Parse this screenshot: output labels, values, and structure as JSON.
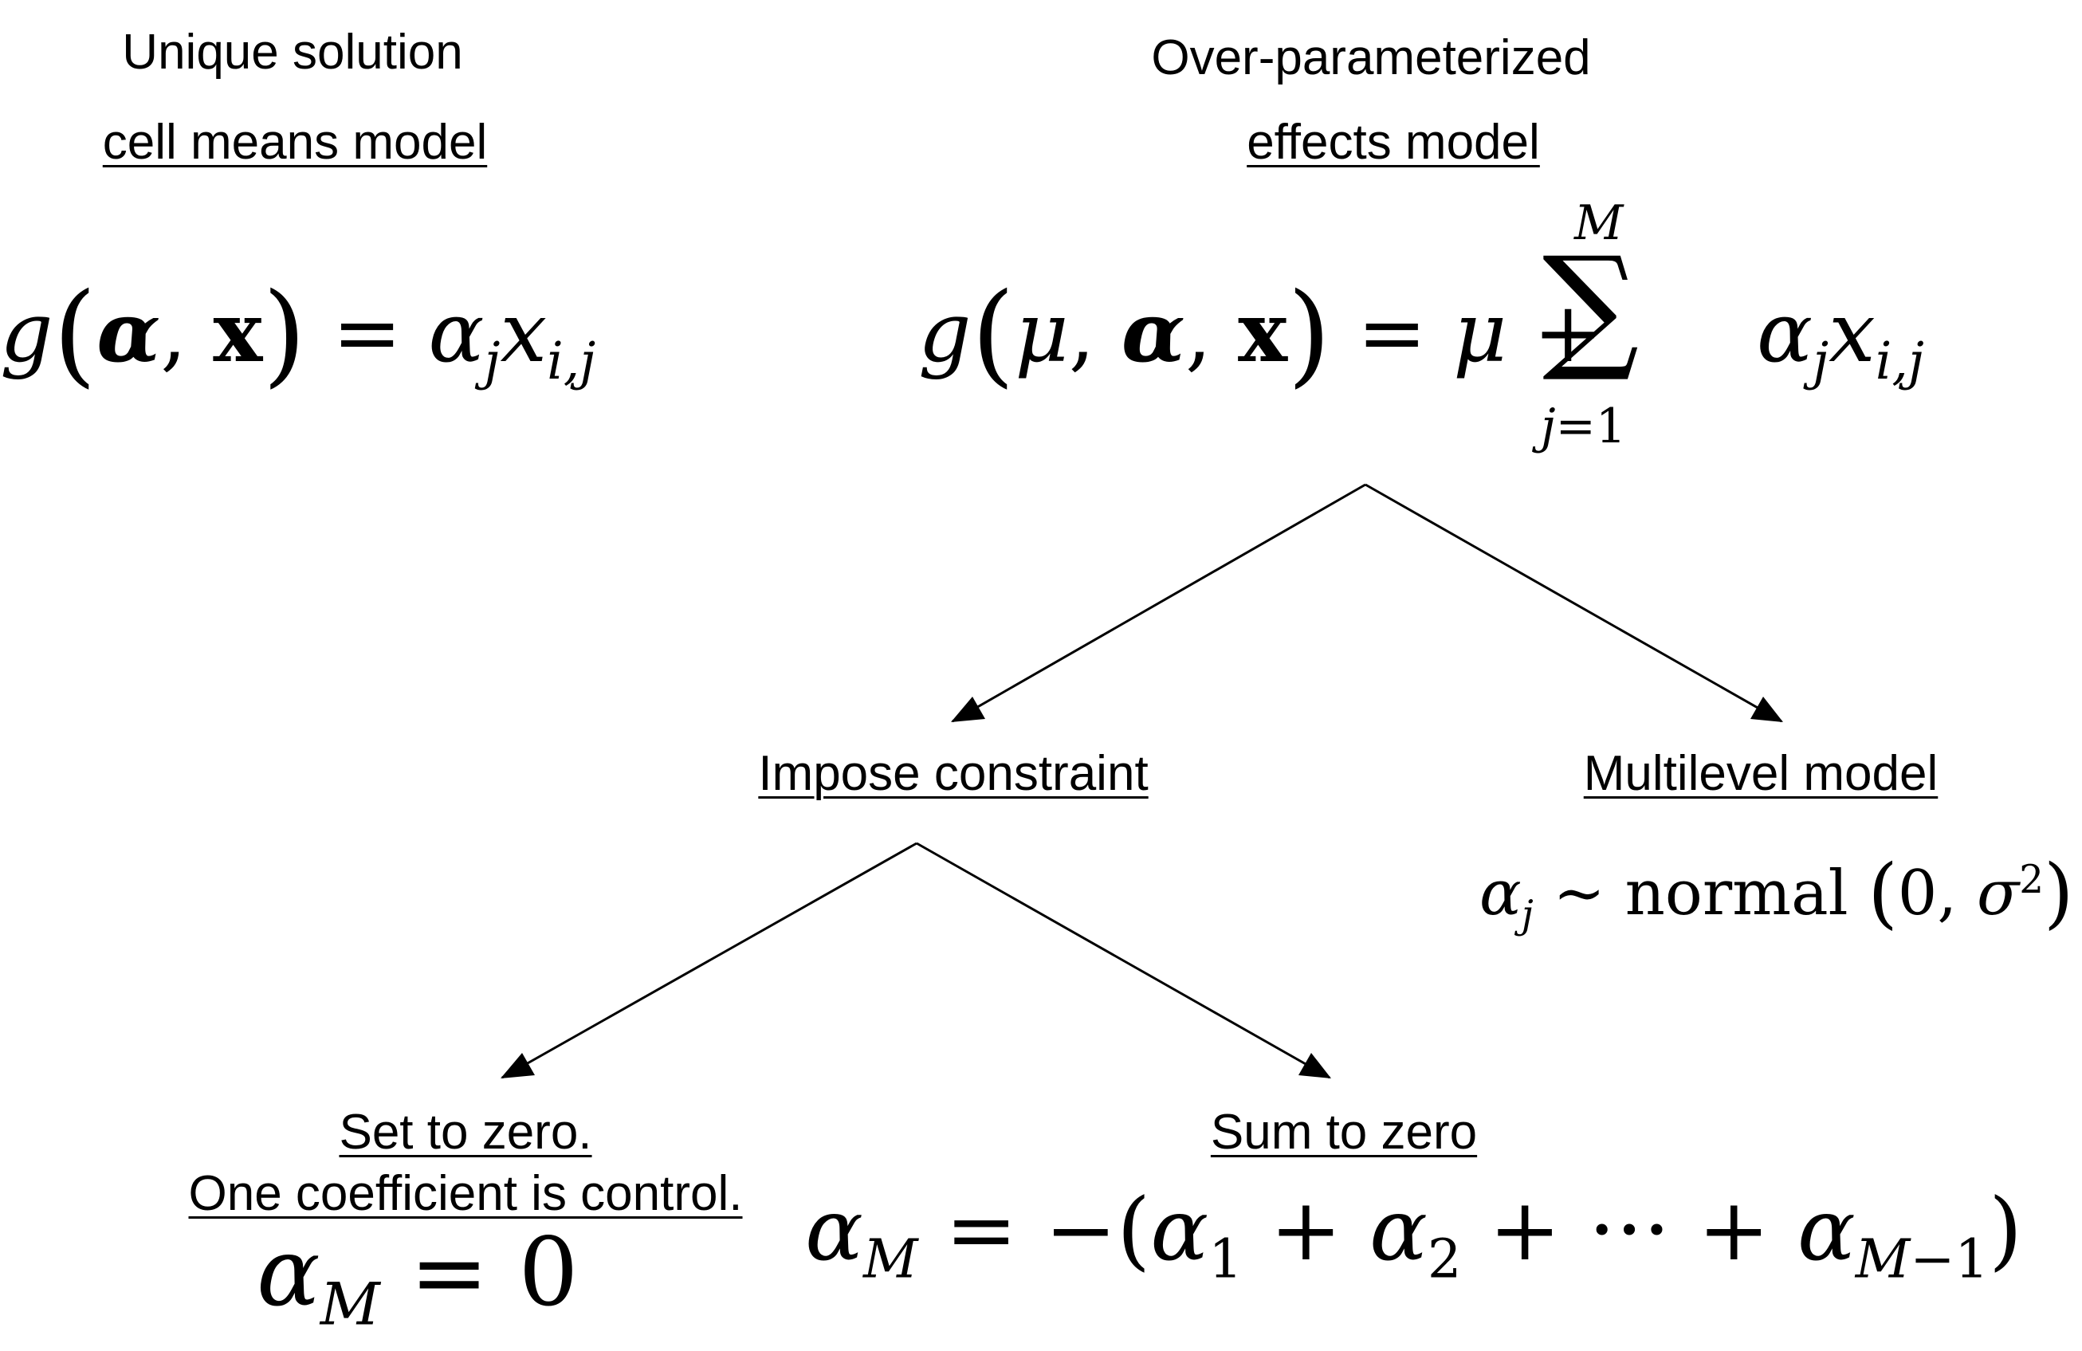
{
  "labels": {
    "unique_solution": "Unique solution",
    "cell_means_model": "cell means model",
    "over_parameterized": "Over-parameterized",
    "effects_model": "effects model",
    "impose_constraint": "Impose constraint",
    "multilevel_model": "Multilevel model",
    "set_to_zero": "Set to zero.",
    "one_coefficient_control": "One coefficient  is control.",
    "sum_to_zero": "Sum to zero"
  },
  "equations": {
    "cell_means": "g(α, x) = α_j x_{i,j}",
    "effects": "g(μ, α, x) = μ + Σ_{j=1}^{M} α_j x_{i,j}",
    "multilevel": "α_j ~ normal (0, σ²)",
    "set_zero": "α_M = 0",
    "sum_zero": "α_M = −(α_1 + α_2 + ··· + α_{M−1})"
  }
}
